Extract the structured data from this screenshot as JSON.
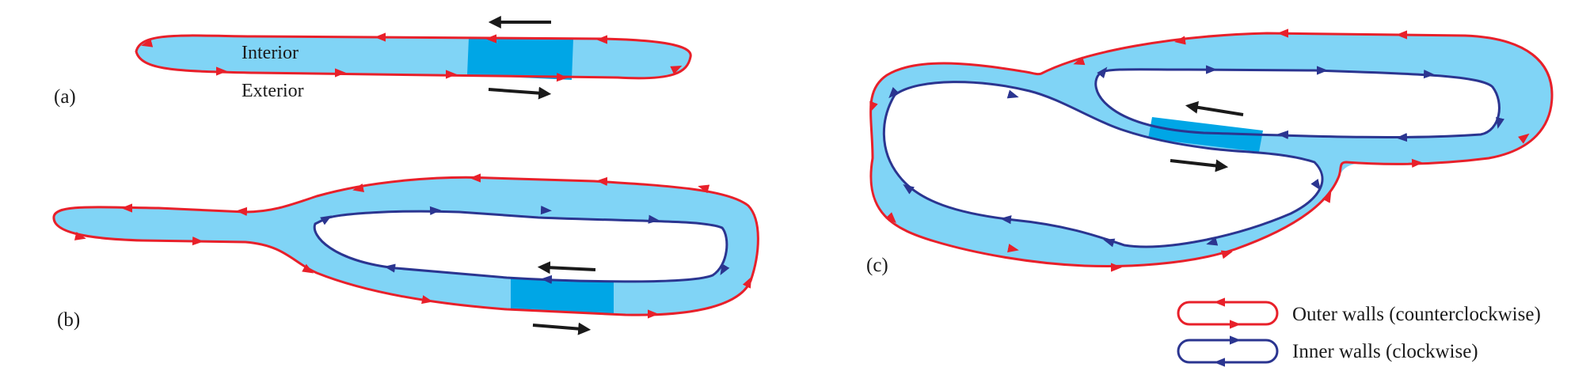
{
  "panels": [
    {
      "id": "a",
      "label": "(a)"
    },
    {
      "id": "b",
      "label": "(b)"
    },
    {
      "id": "c",
      "label": "(c)"
    }
  ],
  "region_labels": {
    "interior": "Interior",
    "exterior": "Exterior"
  },
  "legend": {
    "outer": "Outer walls (counterclockwise)",
    "inner": "Inner walls (clockwise)"
  },
  "colors": {
    "outer_wall": "#e8202a",
    "inner_wall": "#2b3590",
    "channel_fill": "#80d4f6",
    "highlight_fill": "#00a6e6",
    "flow_arrow": "#1a1a1a"
  }
}
